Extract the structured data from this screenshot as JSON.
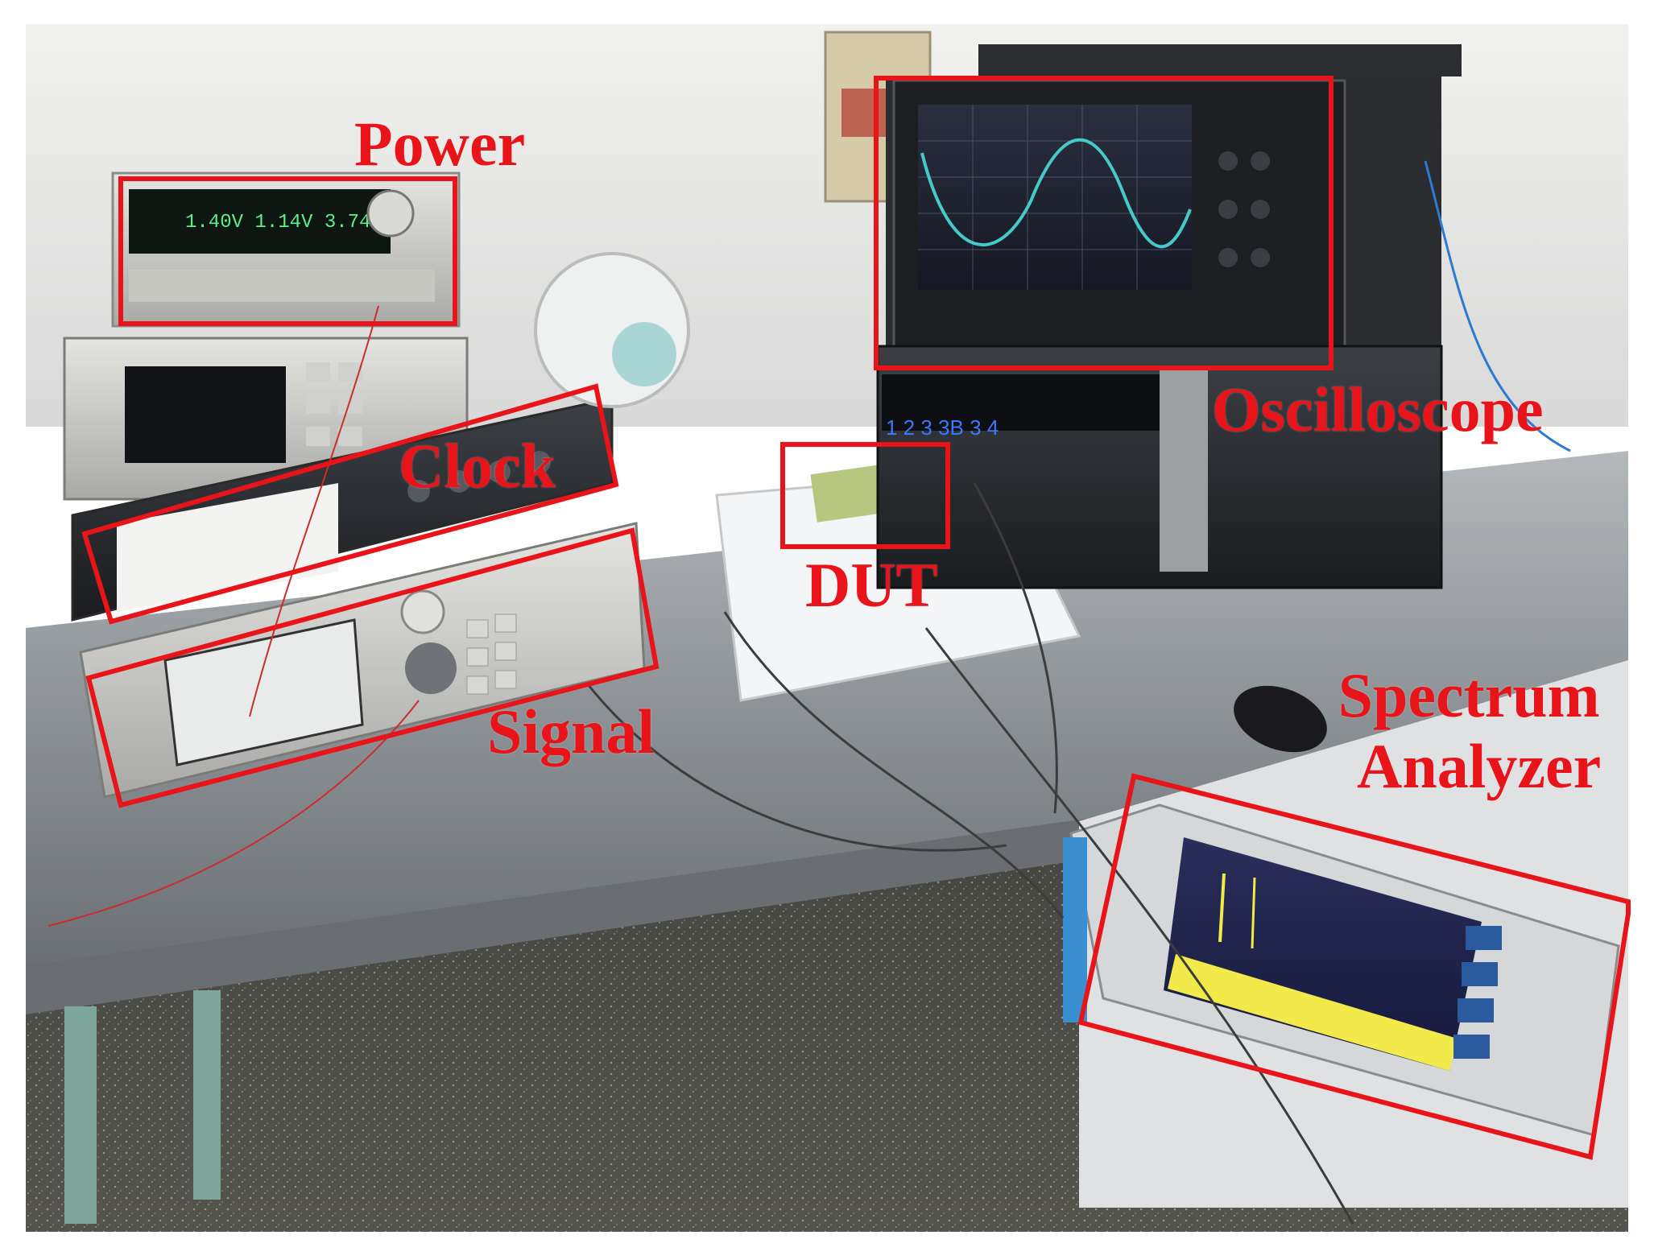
{
  "labels": {
    "power": "Power",
    "oscilloscope": "Oscilloscope",
    "clock": "Clock",
    "dut": "DUT",
    "signal": "Signal",
    "spectrum_line1": "Spectrum",
    "spectrum_line2": "Analyzer"
  },
  "colors": {
    "annotation": "#e8141a",
    "wall": "#e9eaea",
    "table": "#8a8f93",
    "floor": "#2a2a28"
  }
}
